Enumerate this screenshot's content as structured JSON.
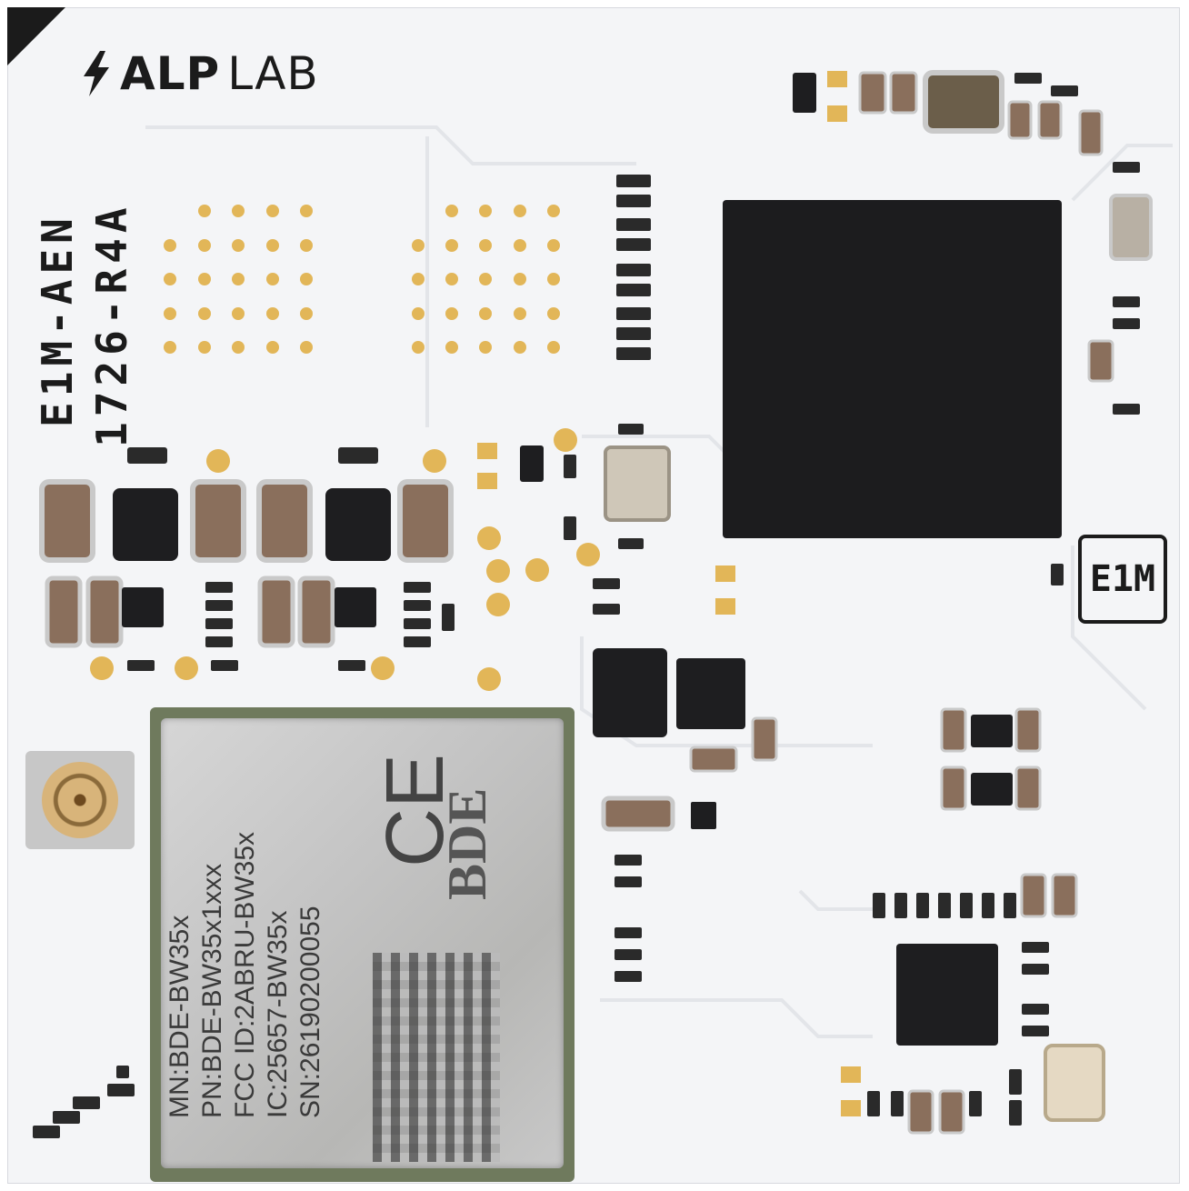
{
  "brand": {
    "bold": "ALP",
    "light": "LAB"
  },
  "board": {
    "line1": "E1M-AEN",
    "line2": "1726-R4A",
    "badge": "E1M"
  },
  "module": {
    "lines": [
      "MN:BDE-BW35x",
      "PN:BDE-BW35x1xxx",
      "FCC ID:2ABRU-BW35x",
      "IC:25657-BW35x",
      "SN:26190200055"
    ],
    "ce": "CE",
    "logo": "BDE"
  },
  "colors": {
    "pcb": "#f4f5f7",
    "silkscreen": "#1b1b1b",
    "chip": "#1c1c1e",
    "gold": "#e2b658",
    "ceramic": "#8a6f5c"
  }
}
